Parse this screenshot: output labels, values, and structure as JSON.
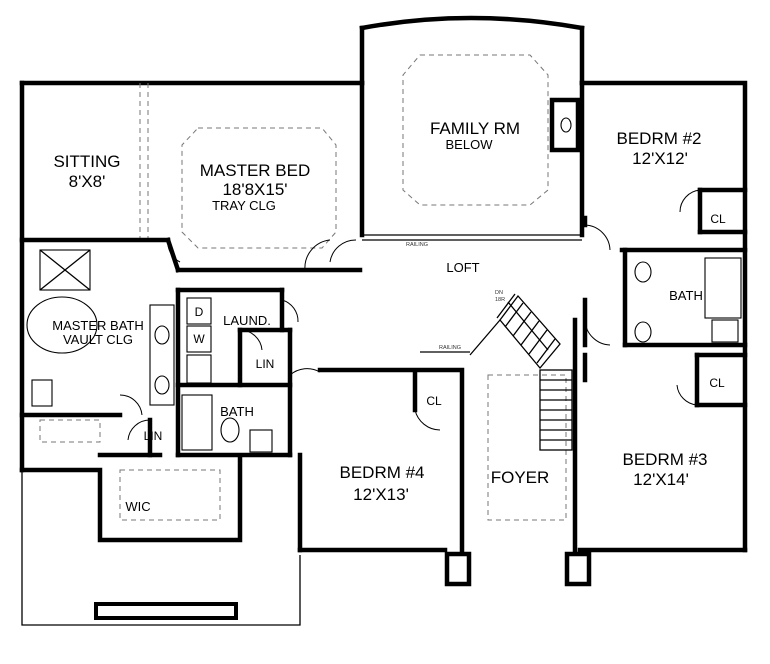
{
  "rooms": {
    "sitting": {
      "name": "SITTING",
      "size": "8'X8'"
    },
    "master_bed": {
      "name": "MASTER BED",
      "size": "18'8X15'",
      "note": "TRAY CLG"
    },
    "family_rm": {
      "name": "FAMILY RM",
      "note": "BELOW"
    },
    "bedrm2": {
      "name": "BEDRM #2",
      "size": "12'X12'"
    },
    "cl_bed2": "CL",
    "loft": "LOFT",
    "railing_top": "RAILING",
    "dn_label": "DN",
    "dn_count": "18R",
    "railing_left": "RAILING",
    "bath_right": "BATH",
    "cl_bed3": "CL",
    "master_bath": {
      "name": "MASTER BATH",
      "note": "VAULT CLG"
    },
    "laund": "LAUND.",
    "dryer": "D",
    "washer": "W",
    "lin_laund": "LIN",
    "bath_center": "BATH",
    "lin_left": "LIN",
    "cl_bed4": "CL",
    "bedrm4": {
      "name": "BEDRM #4",
      "size": "12'X13'"
    },
    "foyer": "FOYER",
    "bedrm3": {
      "name": "BEDRM #3",
      "size": "12'X14'"
    },
    "wic": "WIC"
  }
}
